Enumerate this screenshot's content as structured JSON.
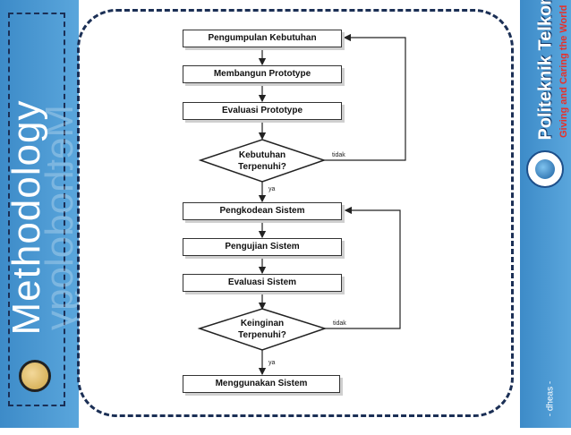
{
  "sidebar": {
    "title": "Methodology"
  },
  "brand": {
    "name": "Politeknik Telkom",
    "tagline": "Giving and Caring the World"
  },
  "footer": {
    "author": "- dheas -"
  },
  "flowchart": {
    "steps": [
      "Pengumpulan Kebutuhan",
      "Membangun Prototype",
      "Evaluasi Prototype",
      "Pengkodean Sistem",
      "Pengujian Sistem",
      "Evaluasi Sistem",
      "Menggunakan Sistem"
    ],
    "decisions": [
      {
        "line1": "Kebutuhan",
        "line2": "Terpenuhi?",
        "no": "tidak",
        "yes": "ya"
      },
      {
        "line1": "Keinginan",
        "line2": "Terpenuhi?",
        "no": "tidak",
        "yes": "ya"
      }
    ]
  },
  "colors": {
    "panel": "#4a98d4",
    "frame": "#1b2f55",
    "tagline": "#e8302a"
  }
}
